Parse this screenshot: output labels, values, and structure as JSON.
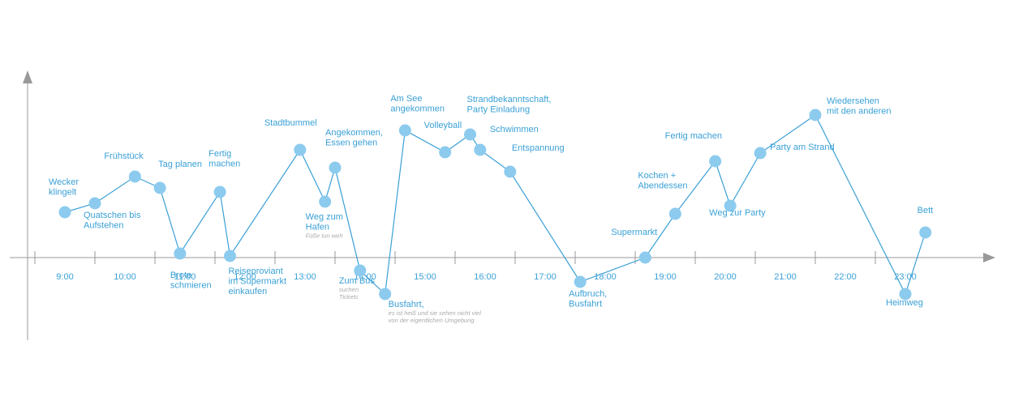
{
  "chart_data": {
    "type": "line",
    "colors": {
      "line": "#3aa0d6",
      "point": "#8ccbee",
      "axis": "#999999",
      "label": "#3aa0d6",
      "note": "#aaaaaa"
    },
    "x_ticks": [
      "9:00",
      "10:00",
      "11:00",
      "12:00",
      "13:00",
      "14:00",
      "15:00",
      "16:00",
      "17:00",
      "18:00",
      "19:00",
      "20:00",
      "21:00",
      "22:00",
      "23:00"
    ],
    "points": [
      {
        "time": "9:00",
        "label": [
          "Wecker",
          "klingelt"
        ]
      },
      {
        "time": "9:30",
        "label": [
          "Quatschen bis",
          "Aufstehen"
        ]
      },
      {
        "time": "10:10",
        "label": [
          "Frühstück"
        ]
      },
      {
        "time": "10:35",
        "label": [
          "Tag planen"
        ]
      },
      {
        "time": "10:55",
        "label": [
          "Brote",
          "schmieren"
        ]
      },
      {
        "time": "11:35",
        "label": [
          "Fertig",
          "machen"
        ]
      },
      {
        "time": "11:45",
        "label": [
          "Reiseproviant",
          "im Supermarkt",
          "einkaufen"
        ]
      },
      {
        "time": "12:55",
        "label": [
          "Stadtbummel"
        ]
      },
      {
        "time": "13:20",
        "label": [
          "Weg zum",
          "Hafen"
        ],
        "note": [
          "Füße tun weh"
        ]
      },
      {
        "time": "13:30",
        "label": [
          "Angekommen,",
          "Essen gehen"
        ]
      },
      {
        "time": "13:55",
        "label": [
          "Zum Bus"
        ],
        "note": [
          "suchen",
          "Tickets"
        ]
      },
      {
        "time": "14:20",
        "label": [
          "Busfahrt,"
        ],
        "note": [
          "es ist heiß und sie sehen nicht viel",
          "von der eigentlichen Umgebung"
        ]
      },
      {
        "time": "14:40",
        "label": [
          "Am See",
          "angekommen"
        ]
      },
      {
        "time": "15:20",
        "label": [
          "Volleyball"
        ]
      },
      {
        "time": "15:45",
        "label": [
          "Strandbekanntschaft,",
          "Party Einladung"
        ]
      },
      {
        "time": "15:55",
        "label": [
          "Schwimmen"
        ]
      },
      {
        "time": "16:25",
        "label": [
          "Entspannung"
        ]
      },
      {
        "time": "17:35",
        "label": [
          "Aufbruch,",
          "Busfahrt"
        ]
      },
      {
        "time": "18:40",
        "label": [
          "Supermarkt"
        ]
      },
      {
        "time": "19:10",
        "label": [
          "Kochen +",
          "Abendessen"
        ]
      },
      {
        "time": "19:50",
        "label": [
          "Fertig machen"
        ]
      },
      {
        "time": "20:05",
        "label": [
          "Weg zur Party"
        ]
      },
      {
        "time": "20:35",
        "label": [
          "Party am Strand"
        ]
      },
      {
        "time": "21:30",
        "label": [
          "Wiedersehen",
          "mit den anderen"
        ]
      },
      {
        "time": "23:00",
        "label": [
          "Heimweg"
        ]
      },
      {
        "time": "23:20",
        "label": [
          "Bett"
        ]
      }
    ]
  }
}
